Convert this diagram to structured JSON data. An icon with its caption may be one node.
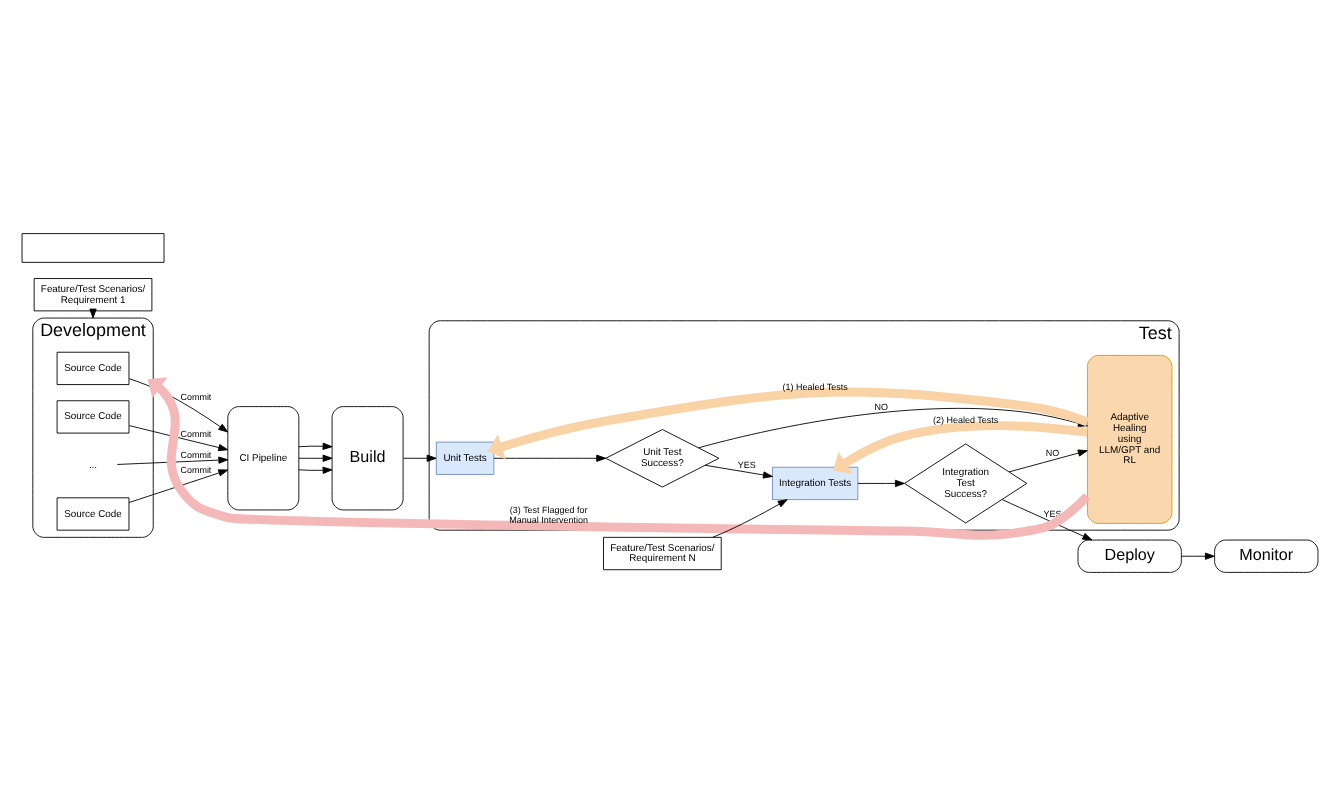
{
  "diagram": {
    "nodes": [
      {
        "text": [
          "Development"
        ]
      },
      {
        "text": [
          "Source Code"
        ],
        "in": 0
      },
      {
        "text": [
          "Source Code"
        ],
        "in": 0
      },
      {
        "text": [
          "..."
        ],
        "in": 0
      },
      {
        "text": [
          "Source Code"
        ],
        "in": 0
      },
      {
        "text": [
          "CI Pipeline"
        ]
      },
      {
        "text": [
          "Build"
        ]
      },
      {
        "text": [
          "Test"
        ]
      },
      {
        "text": [
          "Unit Tests"
        ],
        "in": 7
      },
      {
        "text": [
          "Unit Test Success?"
        ],
        "in": 7
      },
      {
        "text": [
          "Integration Tests"
        ],
        "in": 7
      },
      {
        "text": [
          "Integration Test Success?"
        ],
        "in": 7
      },
      {
        "text": [
          "Adaptive Healing using LLM/GPT and RL"
        ],
        "in": 7
      },
      {
        "text": [
          "Feature/Test Scenarios/ Requirement 1"
        ]
      },
      {
        "text": [],
        "shape": "box"
      },
      {
        "text": [
          "Feature/Test Scenarios/ Requirement N"
        ]
      },
      {
        "text": [
          "Monitor"
        ]
      },
      {
        "text": [
          "Deploy"
        ]
      }
    ],
    "edges": [
      {
        "from": 1,
        "to": 5,
        "arrow": "to",
        "label": "Commit"
      },
      {
        "from": 2,
        "to": 5,
        "arrow": "to",
        "label": "Commit"
      },
      {
        "from": 3,
        "to": 5,
        "arrow": "to",
        "label": "Commit"
      },
      {
        "from": 4,
        "to": 5,
        "arrow": "to",
        "label": "Commit"
      },
      {
        "from": 5,
        "to": 6,
        "arrow": "to"
      },
      {
        "from": 5,
        "to": 6,
        "arrow": "to"
      },
      {
        "from": 5,
        "to": 6,
        "arrow": "to"
      },
      {
        "from": 6,
        "to": 8,
        "arrow": "to"
      },
      {
        "from": 8,
        "to": 9,
        "arrow": "to"
      },
      {
        "from": 9,
        "to": 12,
        "arrow": "to",
        "label": "NO"
      },
      {
        "from": 9,
        "to": 10,
        "arrow": "to",
        "label": "YES"
      },
      {
        "from": 10,
        "to": 11,
        "arrow": "to"
      },
      {
        "from": 11,
        "to": 12,
        "arrow": "to",
        "label": "NO"
      },
      {
        "from": 11,
        "to": 17,
        "arrow": "to",
        "label": "YES"
      },
      {
        "from": 17,
        "to": 16,
        "arrow": "to"
      },
      {
        "from": 12,
        "to": 8,
        "arrow": "to",
        "label": "(1) Healed Tests",
        "style": "thick",
        "color": "#f9d3a5"
      },
      {
        "from": 12,
        "to": 10,
        "arrow": "to",
        "label": "(2) Healed Tests",
        "style": "thick",
        "color": "#f9d3a5"
      },
      {
        "from": 12,
        "to": 0,
        "arrow": "to",
        "label": "(3) Test Flagged for Manual Intervention",
        "style": "thick",
        "color": "#f5b8b8"
      },
      {
        "from": 13,
        "to": 0,
        "arrow": "to"
      },
      {
        "from": 15,
        "to": 10,
        "arrow": "to"
      }
    ]
  }
}
